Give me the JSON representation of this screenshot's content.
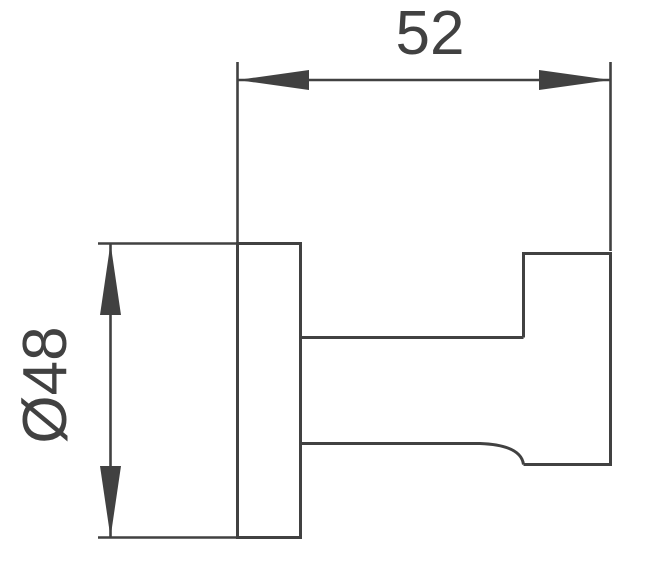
{
  "drawing": {
    "type": "technical-dimension-drawing",
    "dim_horizontal": {
      "label": "52"
    },
    "dim_vertical": {
      "label": "Ø48"
    }
  },
  "colors": {
    "line": "#414141",
    "background": "#ffffff"
  }
}
